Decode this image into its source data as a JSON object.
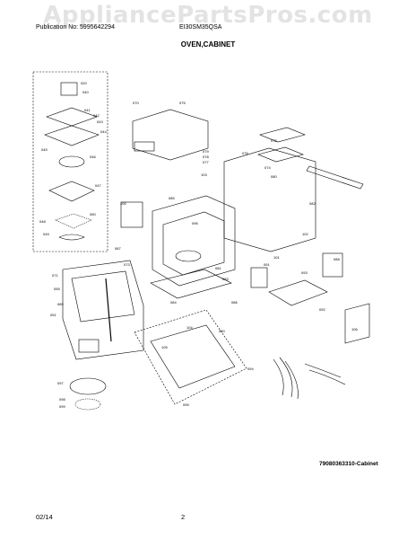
{
  "watermark": "AppliancePartsPros.com",
  "header": {
    "publication": "Publication No: 5995642294",
    "model": "EI30SM35QSA"
  },
  "section_title": "OVEN,CABINET",
  "figure_code": "79080363310-Cabinet",
  "footer": {
    "date": "02/14",
    "page": "2"
  },
  "part_labels": [
    "020",
    "040",
    "041",
    "042",
    "043",
    "044",
    "045",
    "046",
    "047",
    "048",
    "049",
    "050",
    "051",
    "055",
    "070",
    "071",
    "072",
    "073",
    "074",
    "075",
    "076",
    "077",
    "078",
    "079",
    "080",
    "081",
    "082",
    "083",
    "084",
    "085",
    "086",
    "087",
    "088",
    "089",
    "090",
    "091",
    "092",
    "093",
    "094",
    "095",
    "096",
    "097",
    "098",
    "099",
    "100",
    "101",
    "102",
    "103",
    "104",
    "105",
    "106"
  ]
}
